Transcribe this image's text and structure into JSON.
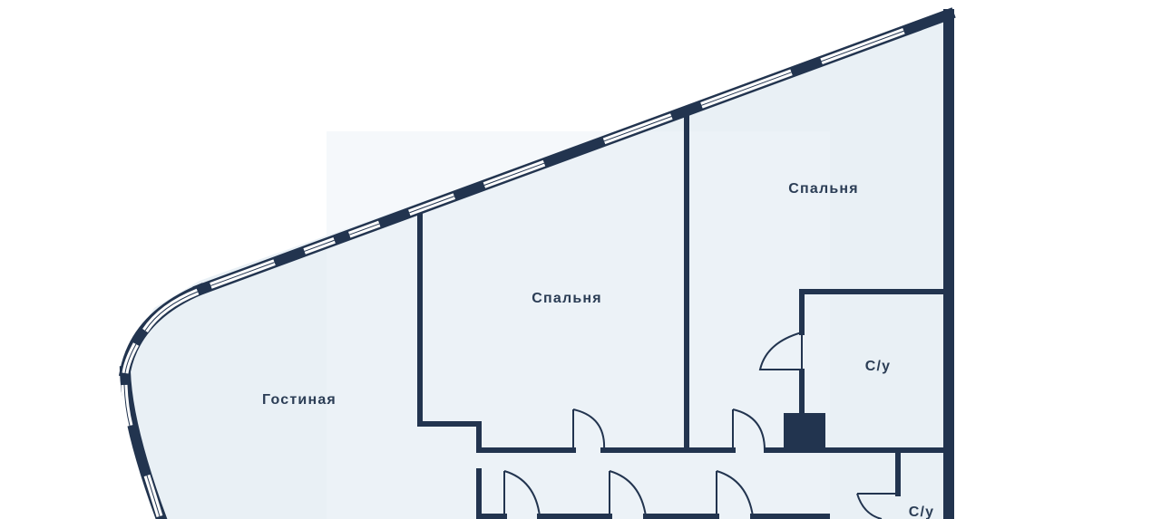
{
  "plan": {
    "colors": {
      "wall": "#22344f",
      "floor": "#e9f0f5",
      "floor_highlight": "#eef4f8",
      "window_glass": "#ffffff",
      "label": "#2b3d55"
    },
    "rooms": [
      {
        "id": "living-room",
        "label": "Гостиная"
      },
      {
        "id": "bedroom-1",
        "label": "Спальня"
      },
      {
        "id": "bedroom-2",
        "label": "Спальня"
      },
      {
        "id": "bathroom-1",
        "label": "С/у"
      },
      {
        "id": "bathroom-2",
        "label": "С/у"
      }
    ]
  }
}
